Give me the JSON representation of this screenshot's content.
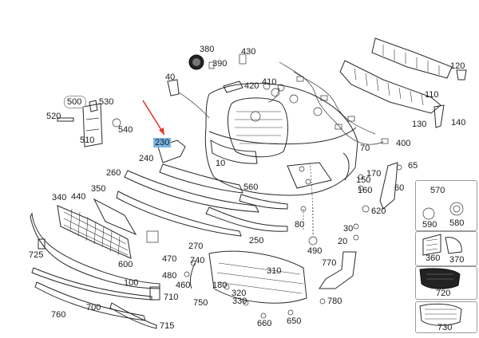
{
  "diagram": {
    "labels": {
      "l10": "10",
      "l20": "20",
      "l30": "30",
      "l40": "40",
      "l60": "60",
      "l65": "65",
      "l70": "70",
      "l80": "80",
      "l100": "100",
      "l110": "110",
      "l120": "120",
      "l130": "130",
      "l140": "140",
      "l150": "150",
      "l160": "160",
      "l170": "170",
      "l180": "180",
      "l230": "230",
      "l240": "240",
      "l250": "250",
      "l260": "260",
      "l270": "270",
      "l310": "310",
      "l320": "320",
      "l330": "330",
      "l340": "340",
      "l350": "350",
      "l360": "360",
      "l370": "370",
      "l380": "380",
      "l390": "390",
      "l400": "400",
      "l410": "410",
      "l420": "420",
      "l430": "430",
      "l440": "440",
      "l460": "460",
      "l470": "470",
      "l480": "480",
      "l490": "490",
      "l500": "500",
      "l510": "510",
      "l520": "520",
      "l530": "530",
      "l540": "540",
      "l560": "560",
      "l570": "570",
      "l580": "580",
      "l590": "590",
      "l600": "600",
      "l620": "620",
      "l650": "650",
      "l660": "660",
      "l700": "700",
      "l710": "710",
      "l715": "715",
      "l720": "720",
      "l725": "725",
      "l730": "730",
      "l740": "740",
      "l750": "750",
      "l760": "760",
      "l770": "770",
      "l780": "780"
    },
    "highlighted_part": "230",
    "colors": {
      "highlight": "#78b6e4",
      "arrow": "#e23c2e",
      "line": "#2a2a2a"
    }
  }
}
